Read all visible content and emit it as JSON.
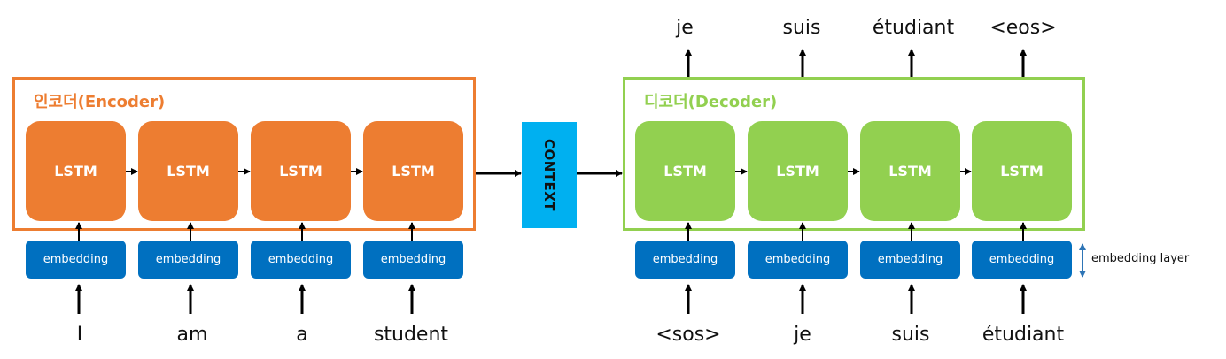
{
  "encoder": {
    "title": "인코더(Encoder)",
    "cell_label": "LSTM",
    "embedding_label": "embedding",
    "inputs": [
      "I",
      "am",
      "a",
      "student"
    ]
  },
  "context": {
    "label": "CONTEXT"
  },
  "decoder": {
    "title": "디코더(Decoder)",
    "cell_label": "LSTM",
    "embedding_label": "embedding",
    "inputs": [
      "<sos>",
      "je",
      "suis",
      "étudiant"
    ],
    "outputs": [
      "je",
      "suis",
      "étudiant",
      "<eos>"
    ]
  },
  "embedding_layer_label": "embedding layer",
  "colors": {
    "encoder": "#ed7d31",
    "decoder": "#92d050",
    "embedding": "#0070c0",
    "context": "#00b0f0",
    "arrow": "#000000",
    "embedding_layer_arrow": "#2e75b6"
  }
}
